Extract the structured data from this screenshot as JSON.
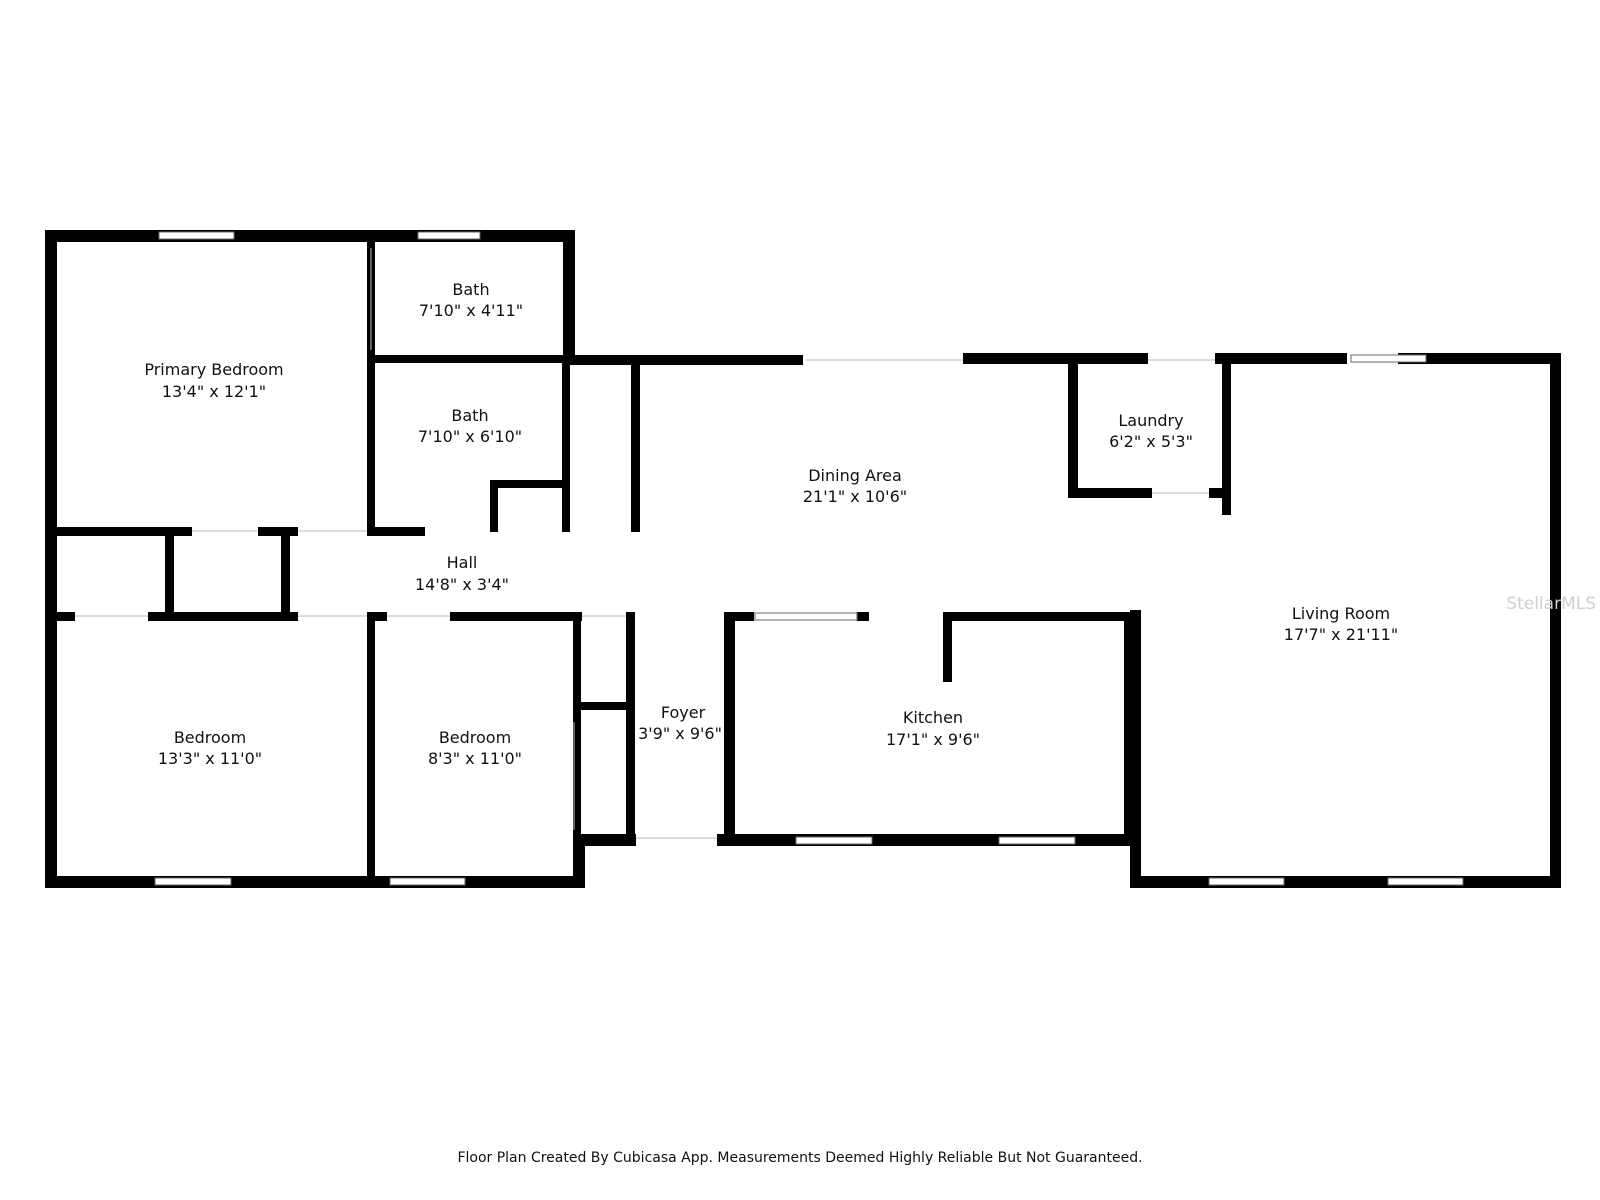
{
  "rooms": {
    "primary_bedroom": {
      "name": "Primary Bedroom",
      "dim": "13'4\" x 12'1\""
    },
    "bath_upper": {
      "name": "Bath",
      "dim": "7'10\" x 4'11\""
    },
    "bath_lower": {
      "name": "Bath",
      "dim": "7'10\" x 6'10\""
    },
    "dining_area": {
      "name": "Dining Area",
      "dim": "21'1\" x 10'6\""
    },
    "laundry": {
      "name": "Laundry",
      "dim": "6'2\" x 5'3\""
    },
    "hall": {
      "name": "Hall",
      "dim": "14'8\" x 3'4\""
    },
    "living_room": {
      "name": "Living Room",
      "dim": "17'7\" x 21'11\""
    },
    "bedroom_left": {
      "name": "Bedroom",
      "dim": "13'3\" x 11'0\""
    },
    "bedroom_mid": {
      "name": "Bedroom",
      "dim": "8'3\" x 11'0\""
    },
    "foyer": {
      "name": "Foyer",
      "dim": "3'9\" x 9'6\""
    },
    "kitchen": {
      "name": "Kitchen",
      "dim": "17'1\" x 9'6\""
    }
  },
  "watermark": "StellarMLS",
  "footer": "Floor Plan Created By Cubicasa App. Measurements Deemed Highly Reliable But Not Guaranteed.",
  "colors": {
    "wall": "#000000",
    "background": "#ffffff",
    "watermark": "#cfcfcf"
  }
}
